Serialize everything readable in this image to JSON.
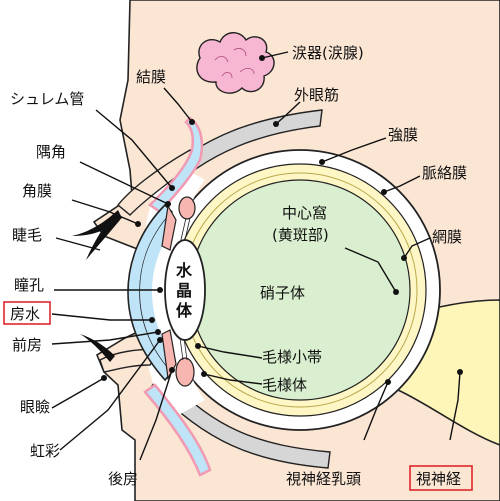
{
  "labels": {
    "lacrimal_gland": "涙器(涙腺)",
    "conjunctiva": "結膜",
    "schlemm_canal": "シュレム管",
    "extraocular_muscle": "外眼筋",
    "sclera": "強膜",
    "chamber_angle": "隅角",
    "choroid": "脈絡膜",
    "cornea": "角膜",
    "fovea_line1": "中心窩",
    "fovea_line2": "(黄斑部)",
    "eyelash": "睫毛",
    "retina": "網膜",
    "pupil": "瞳孔",
    "lens_1": "水",
    "lens_2": "晶",
    "lens_3": "体",
    "vitreous": "硝子体",
    "aqueous_humor": "房水",
    "anterior_chamber": "前房",
    "zonule": "毛様小帯",
    "ciliary_body": "毛様体",
    "eyelid": "眼瞼",
    "iris": "虹彩",
    "posterior_chamber": "後房",
    "optic_disc": "視神経乳頭",
    "optic_nerve": "視神経"
  },
  "colors": {
    "skin": "#fbe6d4",
    "cornea_blue": "#bfe3f7",
    "vitreous_green": "#d9efcf",
    "choroid_yellow": "#fff6c5",
    "optic_nerve": "#fdf6b8",
    "conjunctiva_pink": "#f6b3c5",
    "gland_pink": "#f7b6d2",
    "highlight_box": "#e0262b"
  }
}
